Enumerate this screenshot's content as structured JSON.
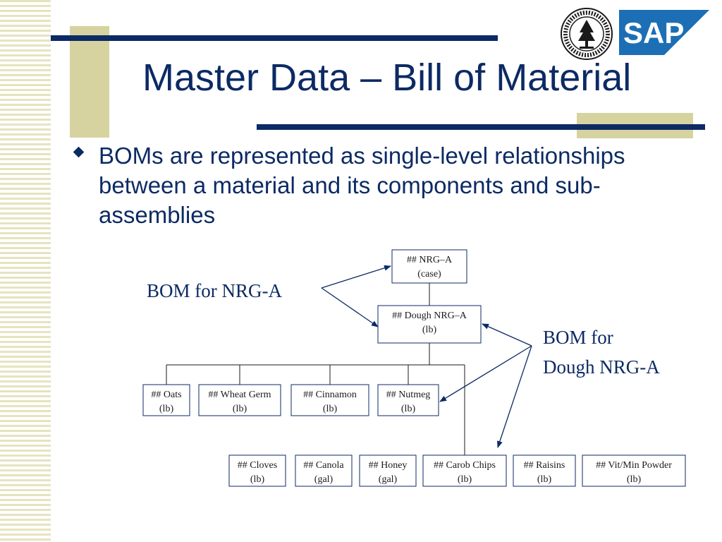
{
  "slide": {
    "title": "Master Data – Bill of Material",
    "bullets": [
      "BOMs are represented as single-level relationships between a material and its components and sub-assemblies"
    ]
  },
  "colors": {
    "title": "#0c2a64",
    "accent_bar": "#0c2a64",
    "tan_block": "#d6d3a0",
    "stripe": "#e6e3bf",
    "sap_blue": "#1d6fb5"
  },
  "logos": {
    "sap": "SAP",
    "seal": "university-seal"
  },
  "diagram": {
    "nodes": [
      {
        "id": "nrg-a",
        "label": "## NRG–A",
        "unit": "(case)"
      },
      {
        "id": "dough",
        "label": "## Dough NRG–A",
        "unit": "(lb)"
      },
      {
        "id": "oats",
        "label": "## Oats",
        "unit": "(lb)"
      },
      {
        "id": "wheat-germ",
        "label": "## Wheat Germ",
        "unit": "(lb)"
      },
      {
        "id": "cinnamon",
        "label": "## Cinnamon",
        "unit": "(lb)"
      },
      {
        "id": "nutmeg",
        "label": "## Nutmeg",
        "unit": "(lb)"
      },
      {
        "id": "cloves",
        "label": "## Cloves",
        "unit": "(lb)"
      },
      {
        "id": "canola",
        "label": "## Canola",
        "unit": "(gal)"
      },
      {
        "id": "honey",
        "label": "## Honey",
        "unit": "(gal)"
      },
      {
        "id": "carob-chips",
        "label": "## Carob Chips",
        "unit": "(lb)"
      },
      {
        "id": "raisins",
        "label": "## Raisins",
        "unit": "(lb)"
      },
      {
        "id": "vit-min",
        "label": "## Vit/Min Powder",
        "unit": "(lb)"
      }
    ],
    "edges": [
      {
        "from": "nrg-a",
        "to": "dough"
      },
      {
        "from": "dough",
        "to": "oats"
      },
      {
        "from": "dough",
        "to": "wheat-germ"
      },
      {
        "from": "dough",
        "to": "cinnamon"
      },
      {
        "from": "dough",
        "to": "nutmeg"
      },
      {
        "from": "dough",
        "to": "cloves"
      },
      {
        "from": "dough",
        "to": "canola"
      },
      {
        "from": "dough",
        "to": "honey"
      },
      {
        "from": "dough",
        "to": "carob-chips"
      },
      {
        "from": "dough",
        "to": "raisins"
      },
      {
        "from": "dough",
        "to": "vit-min"
      }
    ],
    "callouts": [
      {
        "id": "bom-nrg-a",
        "lines": [
          "BOM for NRG-A"
        ],
        "points_to": [
          "nrg-a",
          "dough"
        ]
      },
      {
        "id": "bom-dough",
        "lines": [
          "BOM for",
          "Dough NRG-A"
        ],
        "points_to": [
          "dough",
          "nutmeg",
          "carob-chips"
        ]
      }
    ]
  }
}
